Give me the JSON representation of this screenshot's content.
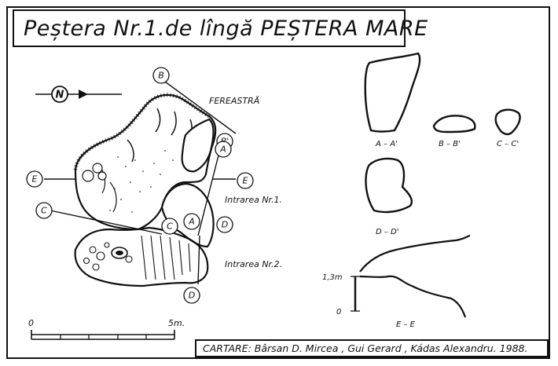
{
  "title": "Peștera Nr.1.de lîngă PEȘTERA MARE",
  "credits": "CARTARE: Bârsan D. Mircea , Gui Gerard , Kádas Alexandru. 1988.",
  "north_arrow": {
    "label": "N"
  },
  "plan_labels": {
    "window": "FEREASTRĂ",
    "entrance_1": "Intrarea Nr.1.",
    "entrance_2": "Intrarea Nr.2."
  },
  "section_markers": [
    "B",
    "B'",
    "A",
    "E",
    "E",
    "C",
    "A",
    "C",
    "D",
    "D"
  ],
  "cross_sections": [
    "A – A'",
    "B – B'",
    "C – C'",
    "D – D'",
    "E – E"
  ],
  "profile": {
    "top_label": "1,3m",
    "bottom_label": "0"
  },
  "scale_bar": {
    "start": "0",
    "end": "5m."
  }
}
